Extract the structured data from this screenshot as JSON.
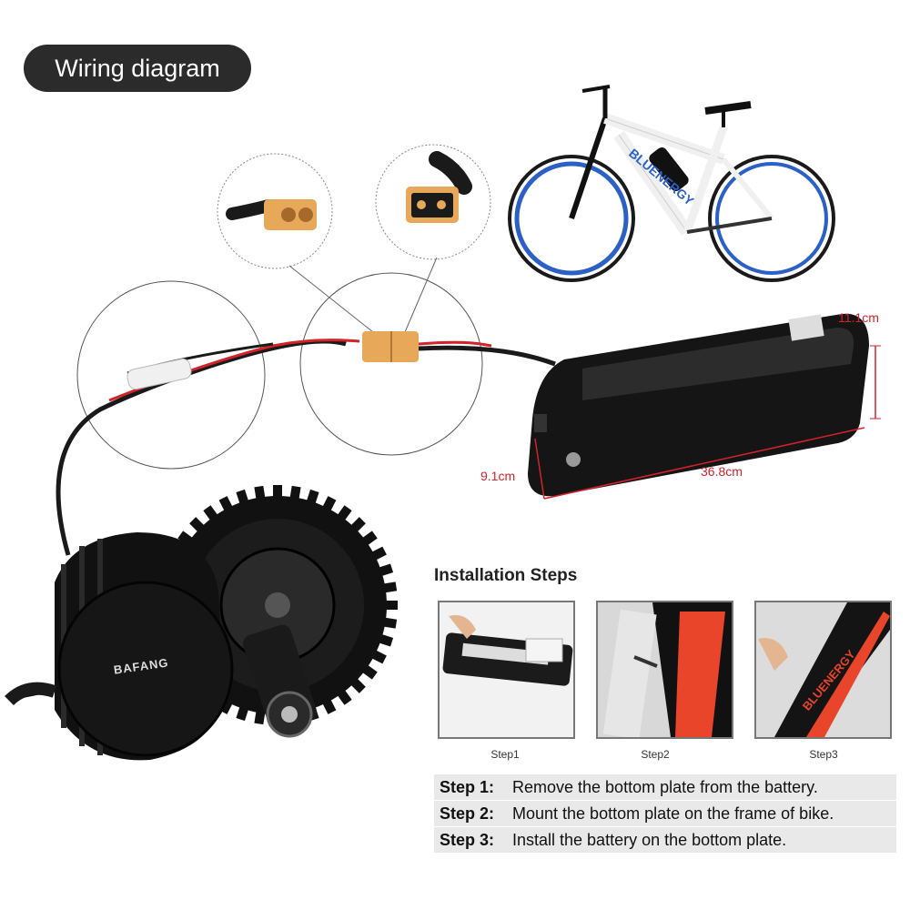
{
  "header": {
    "title": "Wiring diagram"
  },
  "dimensions": {
    "height": "11.1cm",
    "width": "9.1cm",
    "length": "36.8cm"
  },
  "bike": {
    "frame_text": "BLUENERGY"
  },
  "motor": {
    "brand": "BAFANG"
  },
  "installation": {
    "title": "Installation Steps",
    "captions": [
      "Step1",
      "Step2",
      "Step3"
    ],
    "step3_frame_text": "BLUENERGY",
    "steps": [
      {
        "key": "Step 1:",
        "text": "Remove the bottom plate from the battery."
      },
      {
        "key": "Step 2:",
        "text": "Mount the bottom plate on the frame of bike."
      },
      {
        "key": "Step 3:",
        "text": "Install the battery on the bottom plate."
      }
    ]
  },
  "colors": {
    "accent_red": "#d2232a",
    "connector_yellow": "#e8a85a",
    "dark": "#1a1a1a"
  }
}
